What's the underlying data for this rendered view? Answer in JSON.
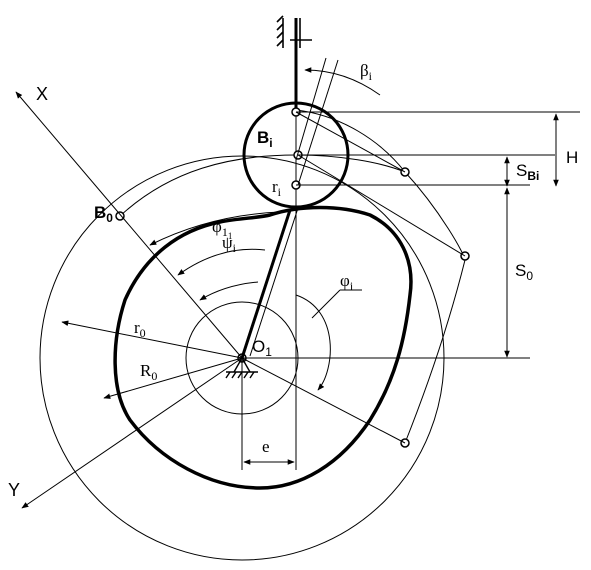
{
  "diagram": {
    "labels": {
      "axis_x": "X",
      "axis_y": "Y",
      "point_b0": "B",
      "point_b0_sub": "0",
      "point_bi": "B",
      "point_bi_sub": "i",
      "center_o1": "O",
      "center_o1_sub": "1",
      "radius_r0": "r",
      "radius_r0_sub": "0",
      "radius_R0": "R",
      "radius_R0_sub": "0",
      "roller_ri": "r",
      "roller_ri_sub": "i",
      "angle_phi11": "φ",
      "angle_phi11_sub": "1",
      "angle_phi11_subsub": "1",
      "angle_psi": "ψ",
      "angle_psi_sub": "i",
      "angle_phi_i": "φ",
      "angle_phi_i_sub": "i",
      "angle_beta": "β",
      "angle_beta_sub": "i",
      "offset_e": "e",
      "dim_h": "H",
      "dim_sbi": "S",
      "dim_sbi_sub": "Bi",
      "dim_s0": "S",
      "dim_s0_sub": "0"
    }
  }
}
